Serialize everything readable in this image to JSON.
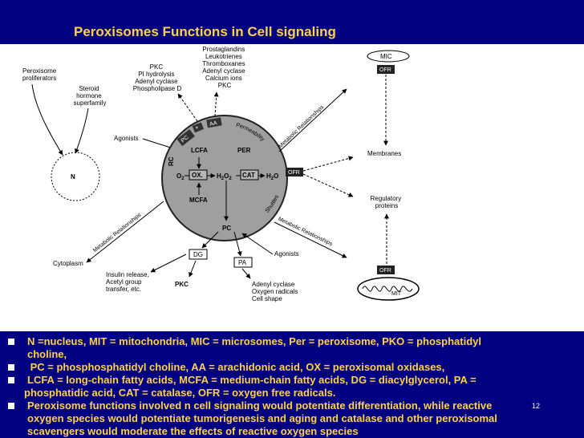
{
  "slide": {
    "title": "Peroxisomes Functions in Cell signaling",
    "number": "12",
    "title_color": "#ffd24a",
    "background": "#000080"
  },
  "diagram": {
    "peroxisome_proliferators": [
      "Peroxisome",
      "proliferators"
    ],
    "steroid_hormone": [
      "Steroid",
      "hormone",
      "superfamily"
    ],
    "pkc_group": [
      "PKC",
      "PI hydrolysis",
      "Adenyl cyclase",
      "Phospholipase D"
    ],
    "prostaglandins_group": [
      "Prostaglandins",
      "Leukotrienes",
      "Thromboxanes",
      "Adenyl cyclase",
      "Calcium ions",
      "PKC"
    ],
    "mic": "MIC",
    "ofr": "OFR",
    "agonists": "Agonists",
    "nucleus": "N",
    "lcfa": "LCFA",
    "per": "PER",
    "o2": "O",
    "ox": "OX.",
    "h2o2": "H",
    "cat": "CAT",
    "h2o": "H",
    "mcfa": "MCFA",
    "pc": "PC",
    "rc": "RC",
    "pc_badge": "PC",
    "aa_badge": "AA",
    "star": "*",
    "permeability": "Permeability",
    "shuttles": "Shuttles",
    "membranes": "Membranes",
    "regulatory_proteins": [
      "Regulatory",
      "proteins"
    ],
    "metabolic_relationships": "Metabolic Relationships",
    "cytoplasm": "Cytoplasm",
    "insulin_group": [
      "Insulin release,",
      "Acetyl group",
      "transfer, etc."
    ],
    "dg": "DG",
    "pa": "PA",
    "pkc": "PKC",
    "adenyl_group": [
      "Adenyl cyclase",
      "Oxygen radicals",
      "Cell shape"
    ],
    "mit": "MIT"
  },
  "bullets": [
    {
      "lines": [
        "N =nucleus, MIT = mitochondria, MIC = microsomes, Per = peroxisome, PKO = phosphatidyl",
        "choline,"
      ]
    },
    {
      "lines": [
        " PC = phosphosphatidyl choline, AA = arachidonic acid, OX = peroxisomal oxidases,"
      ]
    },
    {
      "lines": [
        "LCFA = long-chain fatty acids, MCFA = medium-chain fatty acids, DG = diacylglycerol, PA ="
      ]
    },
    {
      "continuation": "phosphatidic acid, CAT = catalase, OFR = oxygen free radicals."
    },
    {
      "lines": [
        "Peroxisome functions involved n cell signaling would potentiate differentiation, while reactive",
        "oxygen species would potentiate tumorigenesis and aging and catalase and other peroxisomal",
        "scavengers would moderate the effects of reactive oxygen species"
      ]
    }
  ]
}
